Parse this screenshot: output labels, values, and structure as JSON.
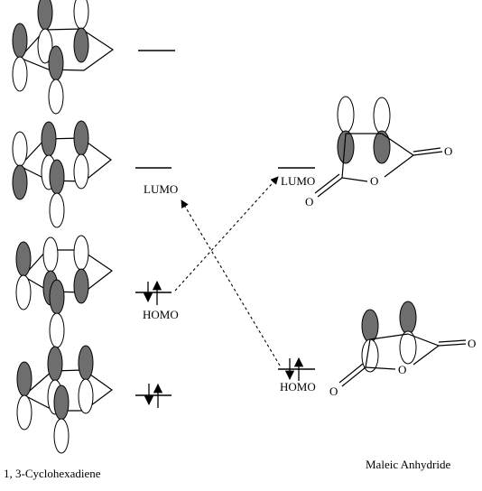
{
  "labels": {
    "lumo_diene": "LUMO",
    "homo_diene": "HOMO",
    "lumo_maleic": "LUMO",
    "homo_maleic": "HOMO",
    "diene_name": "1, 3-Cyclohexadiene",
    "dienophile_name": "Maleic Anhydride",
    "carbonyl_o1": "O",
    "ring_o1": "O",
    "carbonyl_o2": "O",
    "carbonyl_o3": "O",
    "ring_o2": "O",
    "carbonyl_o4": "O"
  },
  "colors": {
    "lobe_dark": "#6e6e6e",
    "lobe_light": "#ffffff",
    "line": "#000000"
  }
}
